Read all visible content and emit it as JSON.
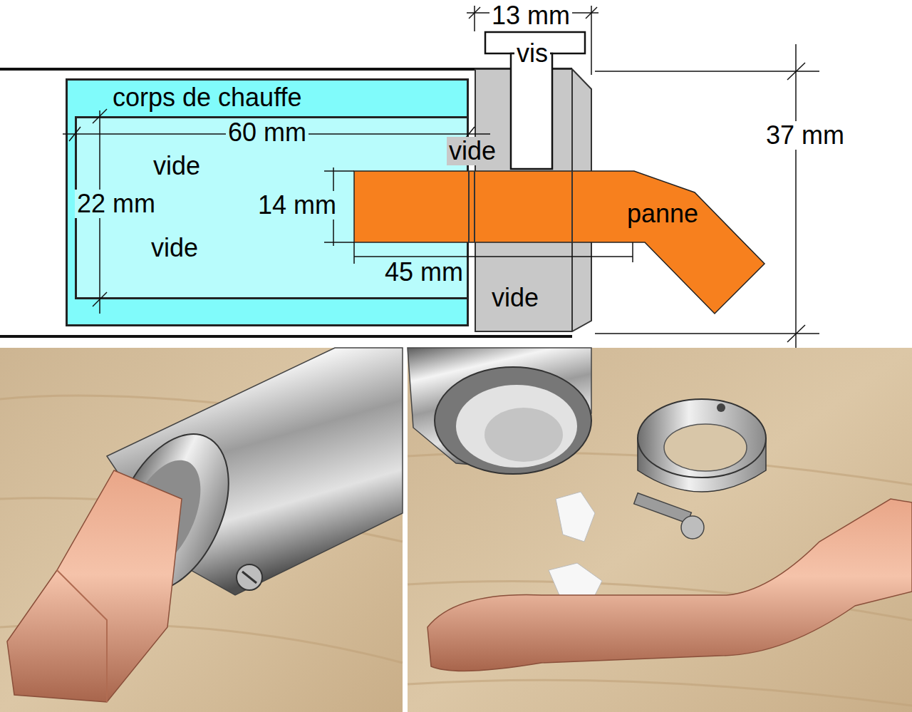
{
  "diagram": {
    "nodes": [
      {
        "text": [
          "corps de chauffe"
        ]
      },
      {
        "text": [
          "vide",
          "vide"
        ],
        "in": 0
      },
      {
        "text": [
          "vide",
          "vide"
        ]
      },
      {
        "text": [
          "vis"
        ]
      },
      {
        "text": [
          "panne"
        ]
      }
    ],
    "labels": [
      "13 mm",
      "60 mm",
      "22 mm",
      "14 mm",
      "45 mm",
      "37 mm"
    ]
  }
}
